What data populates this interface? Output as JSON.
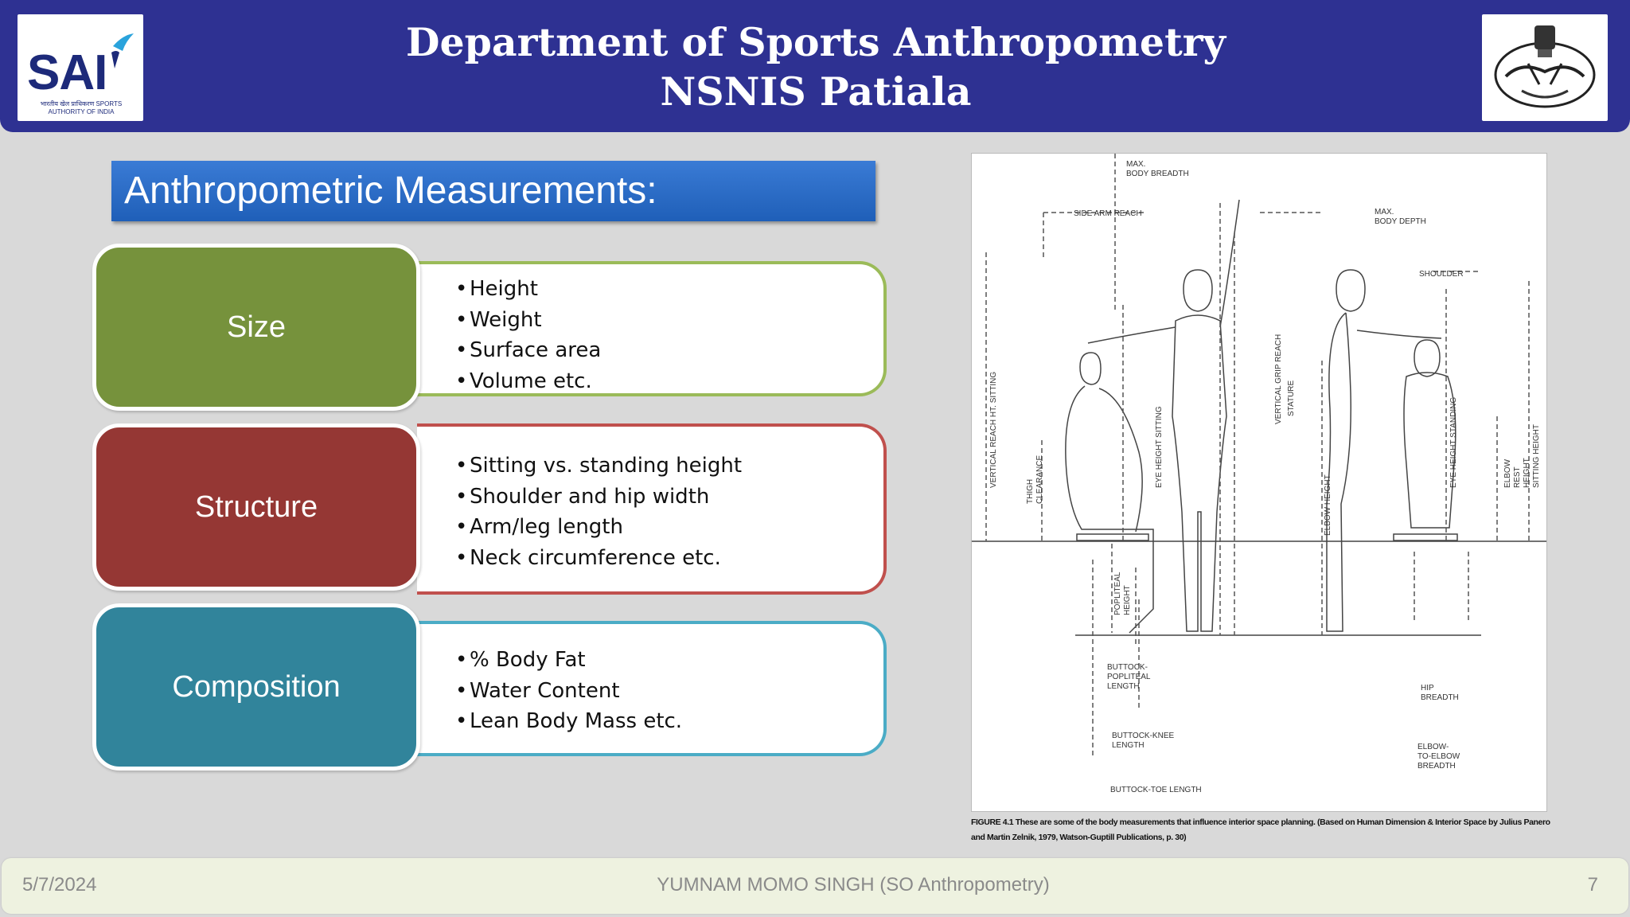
{
  "header": {
    "title_line1": "Department of Sports Anthropometry",
    "title_line2": "NSNIS Patiala",
    "left_logo": {
      "text": "SAI",
      "subtext": "भारतीय खेल प्राधिकरण SPORTS AUTHORITY OF INDIA"
    },
    "right_logo": {
      "icon": "national-emblem-icon"
    }
  },
  "section_title": "Anthropometric Measurements:",
  "categories": [
    {
      "label": "Size",
      "color": "#76923c",
      "border": "#9bbb59",
      "items": [
        "Height",
        "Weight",
        "Surface area",
        "Volume etc."
      ]
    },
    {
      "label": "Structure",
      "color": "#953734",
      "border": "#c0504d",
      "items": [
        "Sitting vs. standing height",
        "Shoulder and hip width",
        "Arm/leg length",
        "Neck circumference etc."
      ]
    },
    {
      "label": "Composition",
      "color": "#31849b",
      "border": "#4bacc6",
      "items": [
        "% Body Fat",
        "Water Content",
        "Lean Body Mass etc."
      ]
    }
  ],
  "figure": {
    "labels": {
      "max_body_breadth": "MAX.\nBODY BREADTH",
      "side_arm_reach": "SIDE ARM REACH",
      "max_body_depth": "MAX.\nBODY DEPTH",
      "shoulder": "SHOULDER",
      "vertical_reach_sitting": "VERTICAL REACH HT. SITTING",
      "thigh_clearance": "THIGH\nCLEARANCE",
      "eye_height_sitting": "EYE HEIGHT SITTING",
      "vertical_grip_reach": "VERTICAL GRIP REACH",
      "stature": "STATURE",
      "elbow_height": "ELBOW HEIGHT",
      "eye_height_standing": "EYE HEIGHT STANDING",
      "elbow_rest_height": "ELBOW REST\nHEIGHT",
      "sitting_height": "SITTING HEIGHT",
      "popliteal_height": "POPLITEAL\nHEIGHT",
      "buttock_popliteal": "BUTTOCK-\nPOPLITEAL\nLENGTH",
      "buttock_knee": "BUTTOCK-KNEE\nLENGTH",
      "buttock_toe": "BUTTOCK-TOE LENGTH",
      "hip_breadth": "HIP\nBREADTH",
      "elbow_to_elbow": "ELBOW-\nTO-ELBOW\nBREADTH"
    },
    "caption": "FIGURE 4.1 These are some of the body measurements that influence interior space planning. (Based on Human Dimension & Interior Space by Julius Panero and Martin Zelnik, 1979, Watson-Guptill Publications, p. 30)"
  },
  "footer": {
    "date": "5/7/2024",
    "author": "YUMNAM MOMO SINGH (SO Anthropometry)",
    "page": "7"
  }
}
